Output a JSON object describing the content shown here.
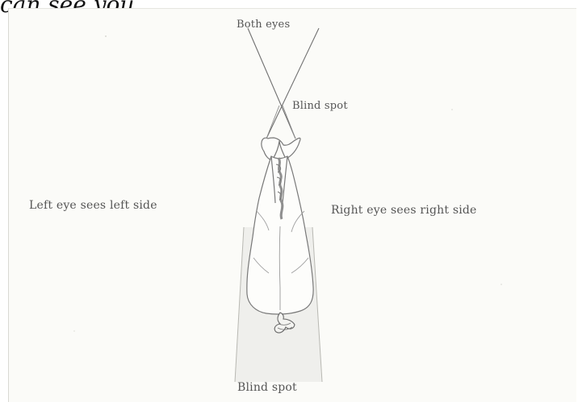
{
  "caption": {
    "fragment": "can see you."
  },
  "diagram": {
    "labels": {
      "both_eyes": "Both eyes",
      "blind_spot_front": "Blind spot",
      "left_eye": "Left eye sees left side",
      "right_eye": "Right eye sees right side",
      "blind_spot_rear": "Blind spot"
    },
    "colors": {
      "line": "#6f6f6f",
      "shade": "#ececec",
      "text": "#555555",
      "paper": "#fbfbf8"
    }
  }
}
